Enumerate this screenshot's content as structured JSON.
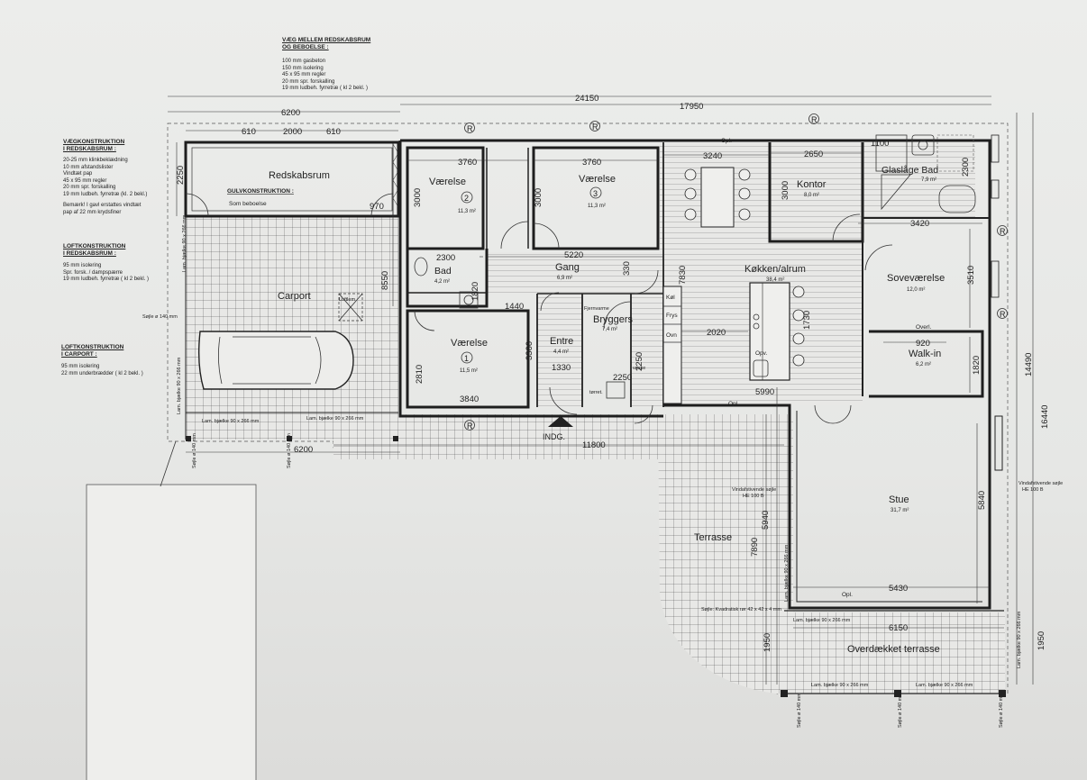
{
  "wall_spec": {
    "title_1": "VÆG MELLEM REDSKABSRUM",
    "title_2": "OG BEBOELSE :",
    "lines": [
      "100 mm gasbeton",
      "150 mm isolering",
      "45 x 95 mm regler",
      "20 mm spr. forskalling",
      "19 mm ludbeh. fyrretræ ( kl 2 bekl. )"
    ]
  },
  "left_notes": [
    {
      "title": "VÆGKONSTRUKTION",
      "subtitle": "I REDSKABSRUM :",
      "lines": [
        "20-25 mm klinkbeklædning",
        "10 mm afstandslister",
        "Vindtæt pap",
        "45 x 95 mm regler",
        "20 mm spr. forskalling",
        "19 mm ludbeh. fyrretræ (kl. 2 bekl.)",
        "",
        "Bemærk! I gavl erstattes vindtæt",
        "pap af 22 mm krydsfiner"
      ]
    },
    {
      "title": "LOFTKONSTRUKTION",
      "subtitle": "I REDSKABSRUM :",
      "lines": [
        "95 mm isolering",
        "Spr. forsk. / dampspærre",
        "19 mm ludbeh. fyrretræ ( kl 2 bekl. )"
      ]
    },
    {
      "title": "LOFTKONSTRUKTION",
      "subtitle": "I CARPORT :",
      "lines": [
        "95 mm isolering",
        "22 mm underbrædder ( kl 2 bekl. )"
      ]
    }
  ],
  "rooms": {
    "redskabsrum": "Redskabsrum",
    "gulvkonstruktion": "GULVKONSTRUKTION :",
    "som_beboelse": "Som beboelse",
    "carport": "Carport",
    "vaerelse2": "Værelse",
    "vaerelse2_num": "2",
    "vaerelse2_area": "11,3 m²",
    "vaerelse3": "Værelse",
    "vaerelse3_num": "3",
    "vaerelse3_area": "11,3 m²",
    "vaerelse1": "Værelse",
    "vaerelse1_num": "1",
    "vaerelse1_area": "11,5 m²",
    "bad_small": "Bad",
    "bad_small_area": "4,2 m²",
    "gang": "Gang",
    "gang_area": "6,9 m²",
    "bryggers": "Bryggers",
    "bryggers_area": "7,4 m²",
    "entre": "Entre",
    "entre_area": "4,4 m²",
    "kokken": "Køkken/alrum",
    "kokken_area": "38,4 m²",
    "kontor": "Kontor",
    "kontor_area": "8,0 m²",
    "bad": "Glaslåge  Bad",
    "bad_area": "7,9 m²",
    "sovevaerelse": "Soveværelse",
    "sovevaerelse_area": "12,0 m²",
    "walkin": "Walk-in",
    "walkin_area": "6,2 m²",
    "stue": "Stue",
    "stue_area": "31,7 m²",
    "terrasse": "Terrasse",
    "overdaekket": "Overdækket terrasse",
    "indg": "INDG."
  },
  "small_labels": {
    "kol": "Køl",
    "frys": "Frys",
    "ovn": "Ovn",
    "opv": "Opv.",
    "opl1": "Opl.",
    "opl2": "Opl.",
    "opl3": "Opl.",
    "overl": "Overl.",
    "fjernvarme": "Fjernvarme",
    "vaske": "vaske",
    "tumbl": "tørret.",
    "loftlem": "Loftlem",
    "r": "R"
  },
  "dimensions": {
    "d24150": "24150",
    "d17950": "17950",
    "d6200_top": "6200",
    "d610a": "610",
    "d2000": "2000",
    "d610b": "610",
    "d3760a": "3760",
    "d3760b": "3760",
    "d3240": "3240",
    "d1100": "1100",
    "d2650": "2650",
    "d2300": "2300",
    "d2250": "2250",
    "d970": "970",
    "d3000a": "3000",
    "d3000b": "3000",
    "d3000c": "3000",
    "d2300b": "2300",
    "d5220": "5220",
    "d330": "330",
    "d7830": "7830",
    "d3420": "3420",
    "d3510": "3510",
    "d8550": "8550",
    "d1820": "1820",
    "d1440": "1440",
    "d2810": "2810",
    "d3300": "3300",
    "d1330": "1330",
    "d2250b": "2250",
    "d2250c": "2250",
    "d3840": "3840",
    "d2020": "2020",
    "d1730": "1730",
    "d5990": "5990",
    "d920": "920",
    "d1820b": "1820",
    "d14490": "14490",
    "d16440": "16440",
    "d6200_bot": "6200",
    "d11800": "11800",
    "d5840": "5840",
    "d5940": "5940",
    "d7890": "7890",
    "d5430": "5430",
    "d6150": "6150",
    "d1950a": "1950",
    "d1950b": "1950"
  },
  "beam_labels": {
    "b1": "Lam. bjælke 90 x 266 mm",
    "b2": "Lam. bjælke 90 x 266 mm",
    "b3": "Lam. bjælke 90 x 266 mm",
    "b4": "Lam. bjælke 90 x 266 mm",
    "b5": "Lam. bjælke 90 x 266 mm",
    "b6": "Lam. bjælke 90 x 266 mm",
    "b7": "Lam. bjælke 90 x 266 mm",
    "b8": "Lam. bjælke 90 x 266 mm",
    "b9": "Lam. bjælke 90 x 266 mm",
    "sojle140a": "Søjle ø 140 mm",
    "sojle140b": "Søjle ø 140 mm",
    "sojle140c": "Søjle ø 140 mm",
    "sojle140d": "Søjle ø 140 mm",
    "sojle140e": "Søjle ø 140 mm",
    "sojle140f": "Søjle ø 140 mm",
    "vind1_a": "Vindafstivende søjle",
    "vind1_b": "HE 100 B",
    "vind2_a": "Vindafstivende søjle",
    "vind2_b": "HE 100 B",
    "kvadrat": "Søjle: Kvadratisk rør 42 x 42 x 4 mm"
  }
}
